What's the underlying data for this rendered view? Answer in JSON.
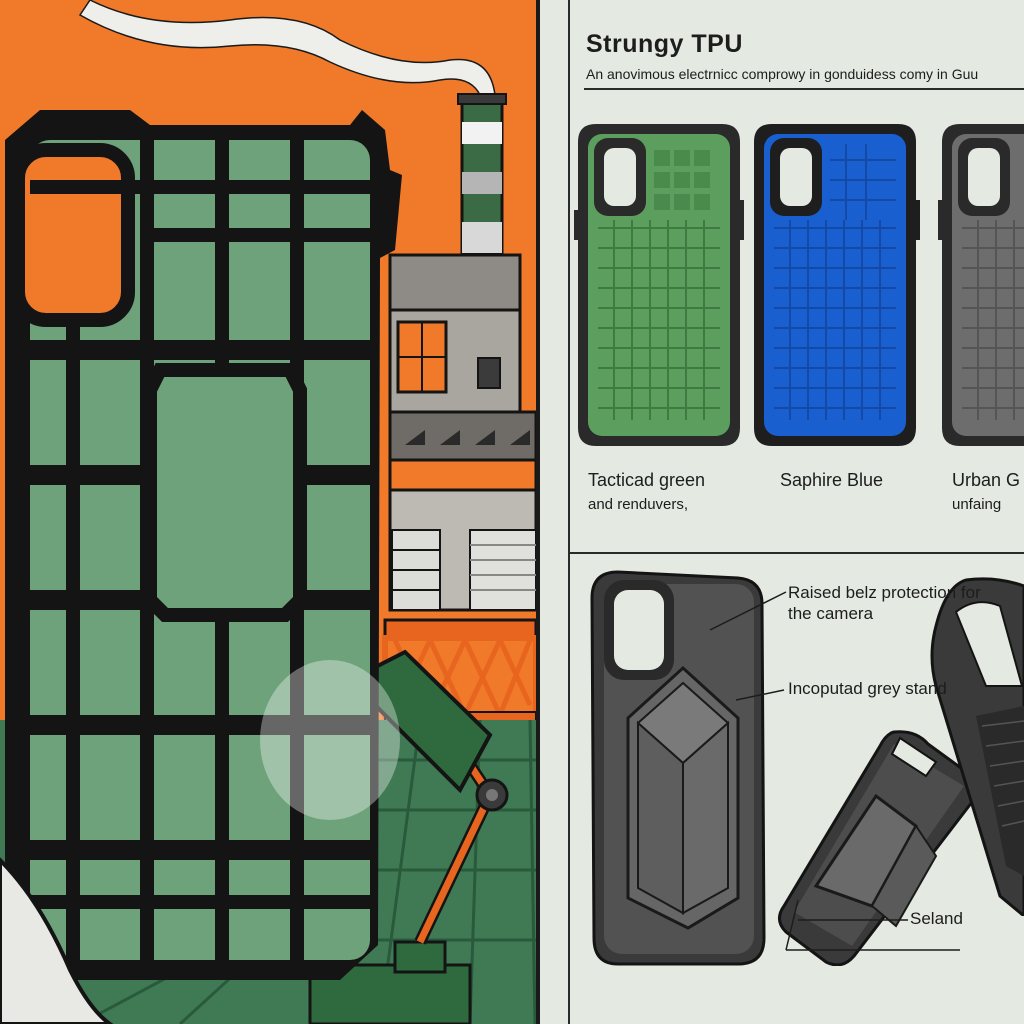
{
  "header": {
    "title": "Strungy TPU",
    "subtitle": "An anovimous electrnicc comprowy in gonduidess comy in Guu"
  },
  "variants": [
    {
      "name": "Tacticad green",
      "note": "and renduvers,",
      "color": "#5c9e5e",
      "icon": "case-green-icon"
    },
    {
      "name": "Saphire Blue",
      "note": "",
      "color": "#1a5fd0",
      "icon": "case-blue-icon"
    },
    {
      "name": "Urban G",
      "note": "unfaing",
      "color": "#6d6d6d",
      "icon": "case-grey-icon"
    }
  ],
  "callouts": {
    "camera": "Raised belz protection for the camera",
    "stand": "Incoputad grey stand",
    "stand_label": "Seland"
  },
  "colors": {
    "sky": "#f07a2a",
    "tactical_green": "#5c9e5e",
    "sapphire_blue": "#1a5fd0",
    "urban_grey": "#6d6d6d",
    "outline": "#141414"
  }
}
